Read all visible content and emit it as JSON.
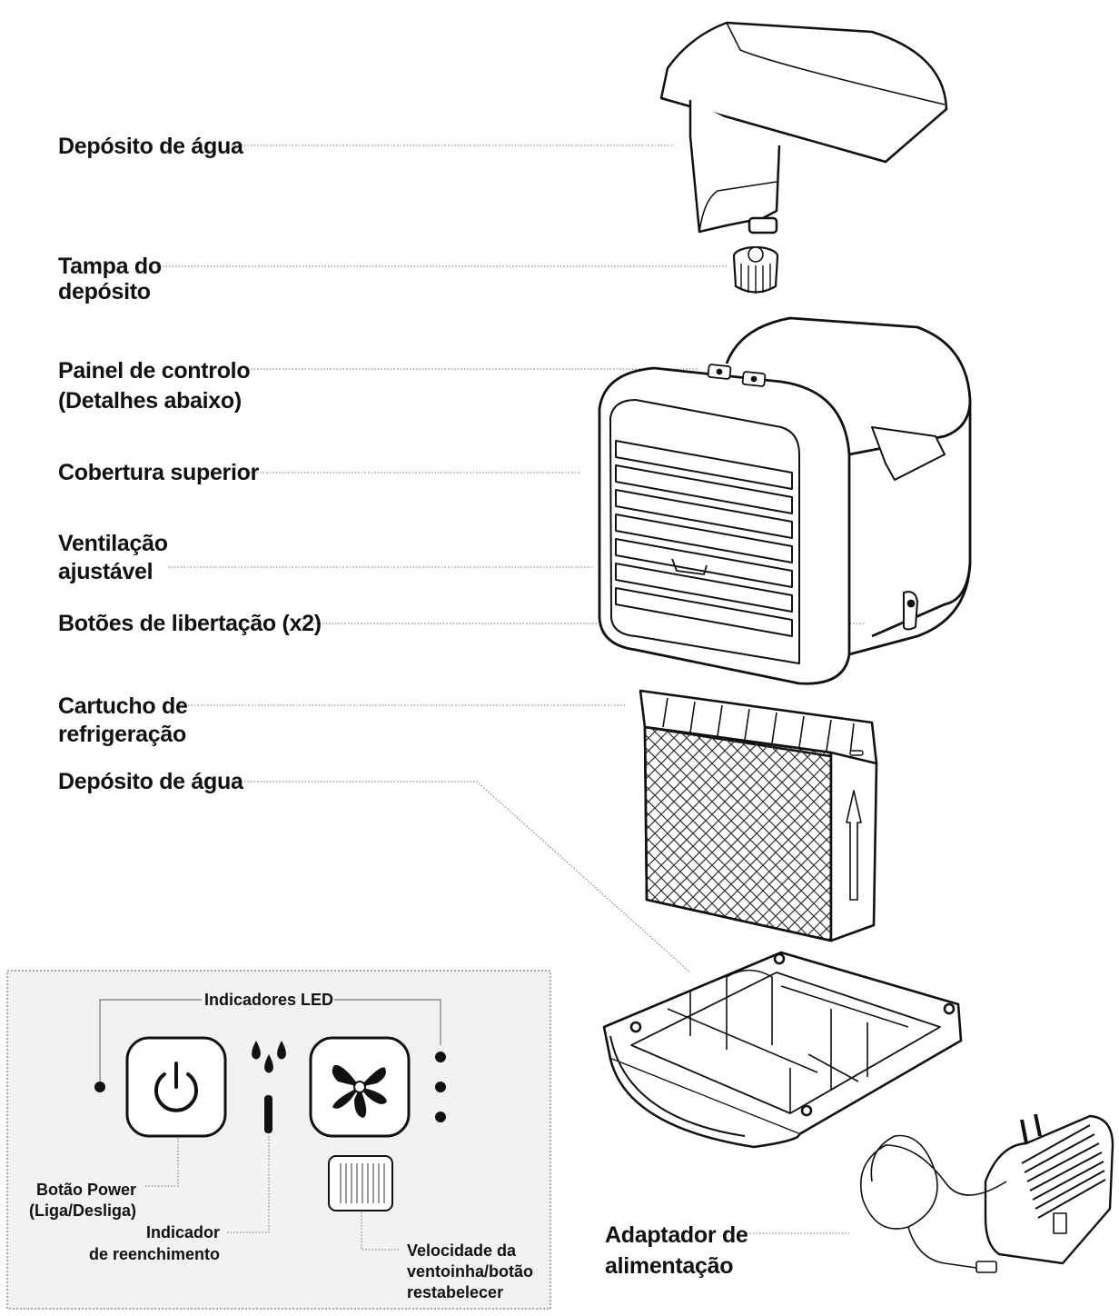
{
  "labels": {
    "water_tank_top": "Depósito de água",
    "tank_cap_line1": "Tampa do",
    "tank_cap_line2": "depósito",
    "control_panel_line1": "Painel de controlo",
    "control_panel_line2": "(Detalhes abaixo)",
    "top_cover": "Cobertura superior",
    "vent_line1": "Ventilação",
    "vent_line2": "ajustável",
    "release_buttons": "Botões de libertação (x2)",
    "cartridge_line1": "Cartucho de",
    "cartridge_line2": "refrigeração",
    "water_tank_bottom": "Depósito de água",
    "adapter_line1": "Adaptador de",
    "adapter_line2": "alimentação"
  },
  "panel": {
    "led_indicators": "Indicadores LED",
    "power_line1": "Botão Power",
    "power_line2": "(Liga/Desliga)",
    "refill_line1": "Indicador",
    "refill_line2": "de reenchimento",
    "fan_line1": "Velocidade da",
    "fan_line2": "ventoinha/botão",
    "fan_line3": "restabelecer"
  },
  "icons": {
    "power": "power-icon",
    "fan": "fan-icon",
    "drops": "water-drops-icon"
  },
  "colors": {
    "ink": "#111111",
    "leader": "#8a8a8a",
    "panel_bg": "#f2f2f2"
  }
}
